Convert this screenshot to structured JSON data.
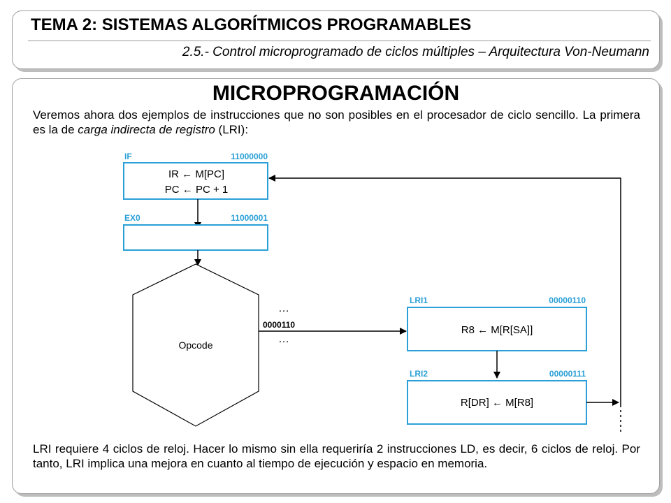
{
  "header": {
    "title": "TEMA 2: SISTEMAS ALGORÍTMICOS PROGRAMABLES",
    "subtitle": "2.5.- Control microprogramado de ciclos múltiples – Arquitectura Von-Neumann"
  },
  "main": {
    "title": "MICROPROGRAMACIÓN",
    "intro": {
      "before": "Veremos ahora dos ejemplos de instrucciones que no son posibles en el procesador de ciclo sencillo. La primera es la de ",
      "emphasis": "carga indirecta de registro",
      "after": " (LRI):"
    },
    "conclusion": "LRI requiere 4 ciclos de reloj. Hacer lo mismo sin ella requeriría 2 instrucciones LD, es decir, 6 ciclos de reloj. Por tanto, LRI implica una mejora en cuanto al tiempo de ejecución y espacio en memoria."
  },
  "diagram": {
    "accent_color": "#2aa0d6",
    "if_state": {
      "name": "IF",
      "address": "11000000",
      "line1": "IR ← M[PC]",
      "line2": "PC ← PC + 1"
    },
    "ex0_state": {
      "name": "EX0",
      "address": "11000001"
    },
    "decoder": {
      "label": "Opcode",
      "opcode": "0000110",
      "ellipsis": "…"
    },
    "lri1_state": {
      "name": "LRI1",
      "address": "00000110",
      "line1": "R8 ← M[R[SA]]"
    },
    "lri2_state": {
      "name": "LRI2",
      "address": "00000111",
      "line1": "R[DR] ← M[R8]"
    }
  }
}
